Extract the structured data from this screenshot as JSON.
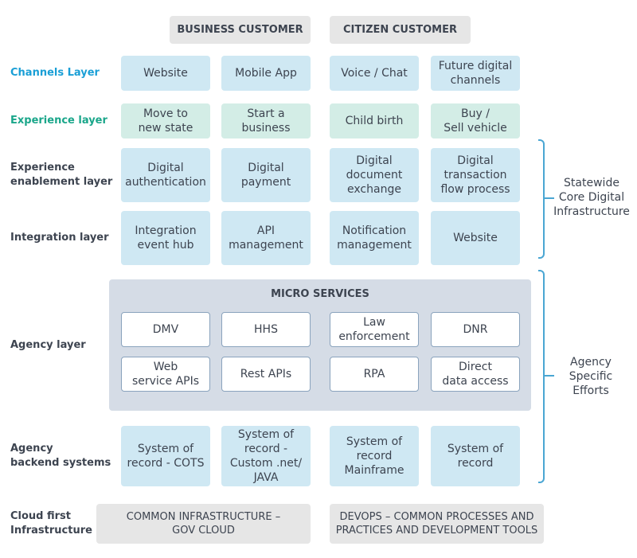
{
  "headers": {
    "business": "BUSINESS CUSTOMER",
    "citizen": "CITIZEN CUSTOMER"
  },
  "layers": {
    "channels": "Channels Layer",
    "experience": "Experience layer",
    "enablement": "Experience\nenablement layer",
    "integration": "Integration layer",
    "agency": "Agency layer",
    "backend": "Agency\nbackend systems",
    "cloud": "Cloud first\nInfrastructure"
  },
  "channels": [
    "Website",
    "Mobile App",
    "Voice / Chat",
    "Future digital\nchannels"
  ],
  "experience": [
    "Move to\nnew state",
    "Start a\nbusiness",
    "Child birth",
    "Buy /\nSell vehicle"
  ],
  "enablement": [
    "Digital\nauthentication",
    "Digital\npayment",
    "Digital\ndocument\nexchange",
    "Digital\ntransaction\nflow process"
  ],
  "integration": [
    "Integration\nevent hub",
    "API\nmanagement",
    "Notification\nmanagement",
    "Website"
  ],
  "micro_services": {
    "title": "MICRO SERVICES",
    "row1": [
      "DMV",
      "HHS",
      "Law\nenforcement",
      "DNR"
    ],
    "row2": [
      "Web\nservice APIs",
      "Rest APIs",
      "RPA",
      "Direct\ndata access"
    ]
  },
  "backend": [
    "System of\nrecord - COTS",
    "System of\nrecord  -\nCustom .net/\nJAVA",
    "System of\nrecord\nMainframe",
    "System of\nrecord"
  ],
  "cloud": [
    "COMMON INFRASTRUCTURE –\nGOV CLOUD",
    "DEVOPS – COMMON PROCESSES AND\nPRACTICES AND DEVELOPMENT TOOLS"
  ],
  "side_labels": {
    "statewide": "Statewide\nCore Digital\nInfrastructure",
    "agency": "Agency\nSpecific\nEfforts"
  },
  "colors": {
    "channels_label": "#1a9fd6",
    "experience_label": "#1aa68a"
  }
}
